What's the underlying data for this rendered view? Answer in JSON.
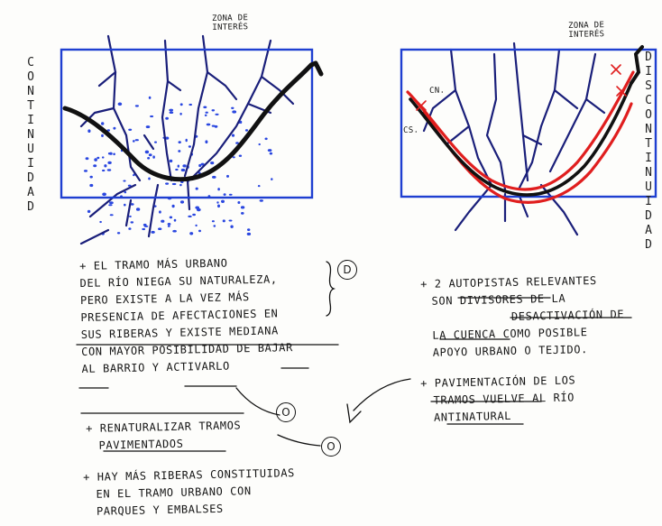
{
  "left_panel": {
    "zone_label": [
      "ZONA DE",
      "INTERÉS"
    ],
    "side_label": "CONTINUIDAD"
  },
  "right_panel": {
    "zone_label": [
      "ZONA DE",
      "INTERÉS"
    ],
    "side_label": "DISCONTINUIDAD",
    "marker_cn": "CN.",
    "marker_cs": "CS."
  },
  "notes_left": {
    "note1": [
      "+ EL TRAMO MÁS URBANO",
      "DEL RÍO NIEGA SU NATURALEZA,",
      "PERO EXISTE A LA VEZ MÁS",
      "PRESENCIA DE AFECTACIONES EN",
      "SUS RIBERAS Y EXISTE MEDIANA",
      "CON MAYOR POSIBILIDAD DE BAJAR",
      "AL BARRIO Y ACTIVARLO"
    ],
    "note1_badge": "D",
    "note2": [
      "+ RENATURALIZAR TRAMOS",
      "PAVIMENTADOS"
    ],
    "note3": [
      "+ HAY MÁS RIBERAS CONSTITUIDAS",
      "EN EL TRAMO URBANO CON",
      "PARQUES Y EMBALSES"
    ]
  },
  "notes_right": {
    "note1": [
      "+ 2 AUTOPISTAS RELEVANTES",
      "SON DIVISORES DE LA",
      "DESACTIVACIÓN DE",
      "LA CUENCA COMO POSIBLE",
      "APOYO URBANO O TEJIDO."
    ],
    "note2": [
      "+ PAVIMENTACIÓN DE LOS",
      "TRAMOS VUELVE AL RÍO",
      "ANTINATURAL"
    ]
  },
  "circle_marks": [
    "O",
    "O",
    "O"
  ],
  "colors": {
    "frame": "#1f3fd1",
    "river": "#1a1f7a",
    "road": "#111111",
    "highway": "#e01e1e",
    "dots": "#2a47e0"
  }
}
